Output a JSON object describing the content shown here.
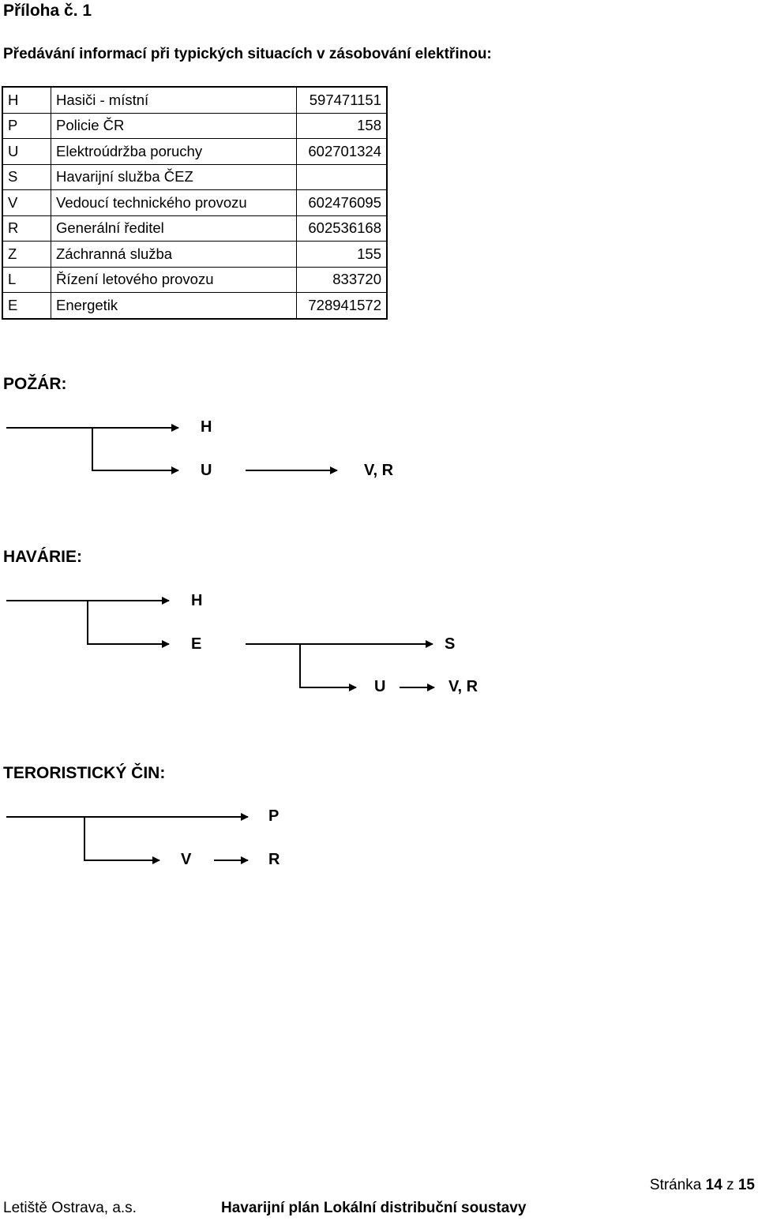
{
  "page_title": "Příloha č. 1",
  "subtitle": "Předávání informací při typických situacích v zásobování elektřinou:",
  "contacts": [
    {
      "code": "H",
      "name": "Hasiči - místní",
      "phone": "597471151"
    },
    {
      "code": "P",
      "name": "Policie ČR",
      "phone": "158"
    },
    {
      "code": "U",
      "name": "Elektroúdržba poruchy",
      "phone": "602701324"
    },
    {
      "code": "S",
      "name": "Havarijní služba ČEZ",
      "phone": ""
    },
    {
      "code": "V",
      "name": "Vedoucí technického provozu",
      "phone": "602476095"
    },
    {
      "code": "R",
      "name": "Generální ředitel",
      "phone": "602536168"
    },
    {
      "code": "Z",
      "name": "Záchranná služba",
      "phone": "155"
    },
    {
      "code": "L",
      "name": "Řízení letového provozu",
      "phone": "833720"
    },
    {
      "code": "E",
      "name": "Energetik",
      "phone": "728941572"
    }
  ],
  "fire": {
    "heading": "POŽÁR:",
    "nodes": {
      "h": "H",
      "u": "U",
      "vr": "V, R"
    }
  },
  "accident": {
    "heading": "HAVÁRIE:",
    "nodes": {
      "h": "H",
      "e": "E",
      "s": "S",
      "u": "U",
      "vr": "V, R"
    }
  },
  "terror": {
    "heading": "TERORISTICKÝ ČIN:",
    "nodes": {
      "p": "P",
      "v": "V",
      "r": "R"
    }
  },
  "footer": {
    "page_prefix": "Stránka",
    "page_current": "14",
    "page_sep": "z",
    "page_total": "15",
    "company": "Letiště Ostrava, a.s.",
    "document_title": "Havarijní plán Lokální distribuční soustavy"
  }
}
